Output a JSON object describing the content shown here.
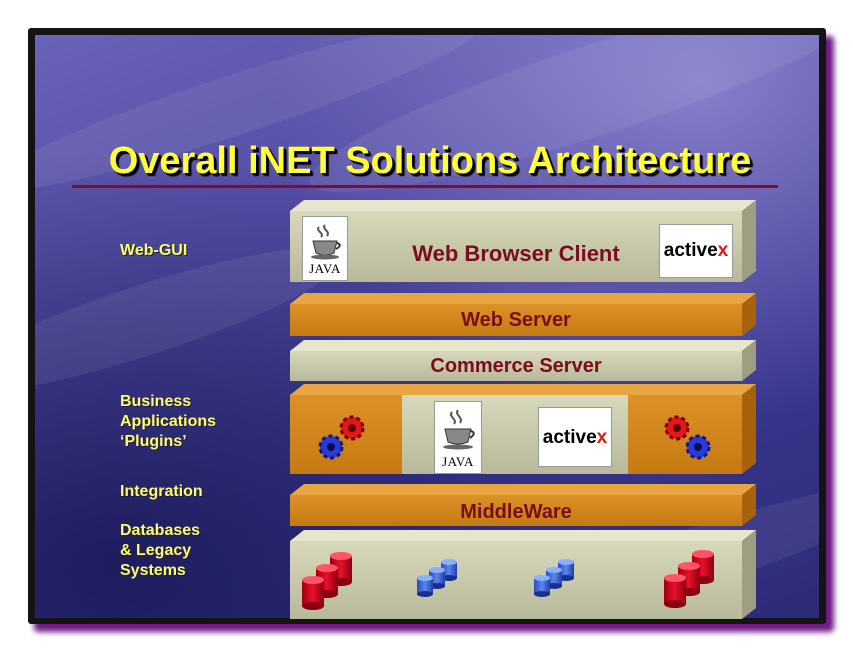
{
  "slide": {
    "title": "Overall iNET Solutions Architecture",
    "labels": {
      "web_gui": "Web-GUI",
      "business": [
        "Business",
        "Applications",
        "‘Plugins’"
      ],
      "integration": "Integration",
      "databases": [
        "Databases",
        "& Legacy",
        "Systems"
      ]
    },
    "layers": {
      "web_browser_client": "Web Browser Client",
      "web_server": "Web Server",
      "commerce_server": "Commerce Server",
      "middleware": "MiddleWare"
    },
    "logos": {
      "java_text": "JAVA",
      "activex_text": "activex"
    },
    "colors": {
      "title": "#ffff33",
      "label": "#ffff66",
      "bar_text": "#7a0c1c",
      "gray_bar": "#c8c8a8",
      "orange_bar": "#d08a1c",
      "background": "#4a4699",
      "frame_shadow": "#6e1a82"
    }
  }
}
